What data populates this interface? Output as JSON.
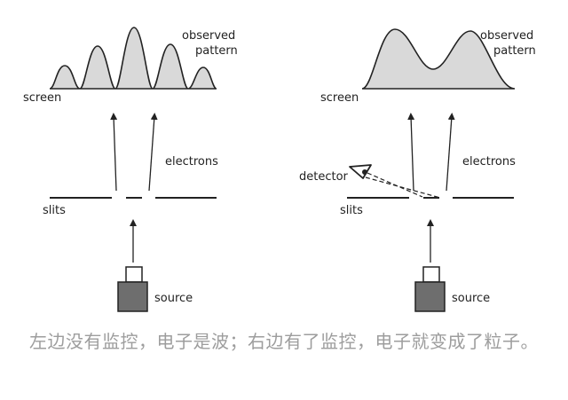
{
  "left_panel": {
    "label_observed": "observed",
    "label_pattern": "pattern",
    "label_screen": "screen",
    "label_electrons": "electrons",
    "label_slits": "slits",
    "label_source": "source"
  },
  "right_panel": {
    "label_observed": "observed",
    "label_pattern": "pattern",
    "label_screen": "screen",
    "label_electrons": "electrons",
    "label_detector": "detector",
    "label_slits": "slits",
    "label_source": "source"
  },
  "caption": "左边没有监控，电子是波；右边有了监控，电子就变成了粒子。",
  "colors": {
    "pattern_fill": "#d9d9d9",
    "source_body": "#6e6e6e",
    "line": "#222222",
    "caption": "#9d9d9d"
  }
}
